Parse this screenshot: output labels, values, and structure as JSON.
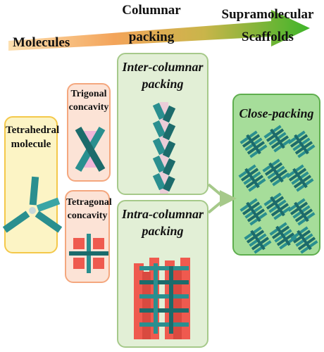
{
  "header": {
    "stage_1": "Molecules",
    "stage_2_line1": "Columnar",
    "stage_2_line2": "packing",
    "stage_3_line1": "Supramolecular",
    "stage_3_line2": "Scaffolds",
    "arrow_colors": {
      "start": "#f6b26b",
      "mid": "#e3b24a",
      "end": "#5bbf3a"
    }
  },
  "tetrahedral": {
    "line1": "Tetrahedral",
    "line2": "molecule",
    "fill": "#fcf4c5",
    "border": "#f4c84a"
  },
  "trigonal": {
    "line1": "Trigonal",
    "line2": "concavity",
    "fill": "#fce3d6",
    "border": "#f4a77e"
  },
  "tetragonal": {
    "line1": "Tetragonal",
    "line2": "concavity",
    "fill": "#fce3d6",
    "border": "#f4a77e"
  },
  "inter": {
    "line1": "Inter-columnar",
    "line2": "packing",
    "fill": "#e2efd6",
    "border": "#a6c98a"
  },
  "intra": {
    "line1": "Intra-columnar",
    "line2": "packing",
    "fill": "#e2efd6",
    "border": "#a6c98a"
  },
  "close": {
    "title": "Close-packing",
    "fill": "#a6dd9a",
    "border": "#5fae4e"
  },
  "colors": {
    "teal": "#2a8f8f",
    "teal_dark": "#1c6b6b",
    "red": "#ef5a4f",
    "pink": "#f2b6d8"
  }
}
